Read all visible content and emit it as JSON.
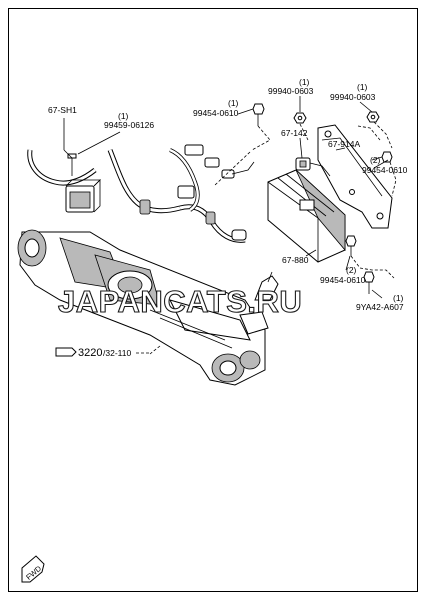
{
  "callouts": {
    "harness_main": "67-SH1",
    "harness_bolt_qty": "(1)",
    "harness_bolt": "99459-06126",
    "nut_a_qty": "(1)",
    "nut_a": "99940-0603",
    "nut_b_qty": "(1)",
    "nut_b": "99940-0603",
    "bolt_left_qty": "(1)",
    "bolt_left": "99454-0610",
    "sensor": "67-142",
    "bracket": "67-914A",
    "bolt_right_qty": "(2)",
    "bolt_right": "99454-0610",
    "control_module": "67-880",
    "bolt_lower_qty": "(2)",
    "bolt_lower": "99454-0610",
    "stud_qty": "(1)",
    "stud": "9YA42-A607",
    "ref_main": "3220",
    "ref_sub": "/32-110"
  },
  "watermark": "JAPANCATS.RU",
  "fwd_badge": "FWD"
}
